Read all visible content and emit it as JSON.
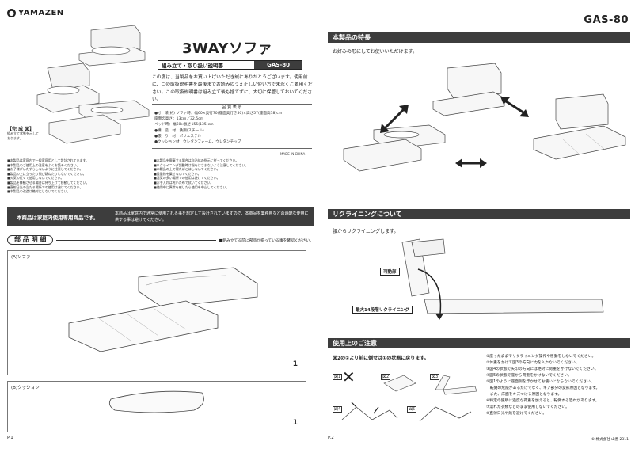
{
  "brand": "YAMAZEN",
  "model_header": "GAS-80",
  "left_page": {
    "title": "3WAYソファ",
    "subtitle": "組み立て・取り扱い説明書",
    "model_badge": "GAS-80",
    "intro": "この度は、当製品をお買い上げいただき誠にありがとうございます。使用前に、この取扱説明書を最後までお読みのうえ正しい使い方で末永くご愛用ください。この取扱説明書は組み立て後も捨てずに、大切に保管しておいてください。",
    "spec_heading": "品 質 表 示",
    "specs": [
      "●寸　法(約) ソファ時：幅60×奥行70(座面奥行き50)×高さ57(座面高18)cm",
      "座面の高さ：13cm／32.5cm",
      "ベッド時：幅60×長さ155(135)cm",
      "●構　造　材　鉄鋼(スチール)",
      "●張　り　材　ポリエステル",
      "●クッション材　ウレタンフォーム、ウレタンチップ"
    ],
    "made_in": "MADE IN CHINA",
    "completion_label": "【完 成 図】",
    "completion_note": "組み立て状態を示しております。",
    "notes_left": [
      "■本製品は家庭内で一般家庭用として設計されています。",
      "■本製品のご使用上の注意をよくお読みください。",
      "■お子様がいたずらしないように注意してください。",
      "■製品の上に立ったり飛び跳ねたりしないでください。",
      "■火気の近くで使用しないでください。",
      "■製品を移動させる場合は持ち上げて移動してください。",
      "■直射日光の当たる場所での使用は避けてください。",
      "■本製品の改造は絶対にしないでください。"
    ],
    "notes_right": [
      "■本製品を廃棄する場合は自治体の指示に従ってください。",
      "■リクライニング調整時は指をはさまないよう注意してください。",
      "■本製品の上で寝たばこはしないでください。",
      "■重量物を乗せないでください。",
      "■湿気の多い場所での使用は避けてください。",
      "■お手入れは乾いた布で拭いてください。",
      "■使用中に異常を感じたら使用を中止してください。"
    ],
    "home_use_title": "本商品は家庭内使用専用商品です。",
    "home_use_text": "本商品は家庭内で通常に使用される事を想定して設計されていますので、本商品を業務用などの過酷な使用に供する事は避けてください。",
    "parts_title": "部 品 明 細",
    "parts_note": "■組み立てる前に部品が揃っている事を確認ください。",
    "parts": [
      {
        "label": "(A)ソファ",
        "qty": "1"
      },
      {
        "label": "(B)クッション",
        "qty": "1"
      }
    ],
    "page_no": "P.1"
  },
  "right_page": {
    "features_title": "本製品の特長",
    "features_text": "お好みの形にしてお使いいただけます。",
    "reclining_title": "リクライニングについて",
    "reclining_text": "腰からリクライニングします。",
    "movable_label": "可動部",
    "angle_label": "最大14段階リクライニング",
    "caution_title": "使用上のご注意",
    "caution_text": "図2の②より前に倒せば①の状態に戻ります。",
    "fig_labels": [
      "図1",
      "図2",
      "図3",
      "図4",
      "図5"
    ],
    "cautions": [
      "①座ったままでリクライニング操作や移動をしないでください。",
      "②体重をかけて図3の方向に力を入れないでください。",
      "③図4の状態で矢印の方向には絶対に荷重をかけないでください。",
      "④図5の状態で座から荷重をかけないでください。",
      "⑤図1のように座面側を浮かせてお使いにならないでください。",
      "　転倒の危険があるだけでなく、ギア部分の変形原因となります。",
      "　また、床面をキズつける原因となります。",
      "⑥特定の箇所に過度な荷重を加えると、転倒する恐れがあります。",
      "⑦濡れた衣類などのまま使用しないでください。",
      "⑧直射日光や熱を避けてください。"
    ],
    "footer_right": "© 株式会社 山善 2311",
    "page_no": "P.2"
  },
  "colors": {
    "header_bar": "#3d3d3d",
    "text": "#222222"
  }
}
